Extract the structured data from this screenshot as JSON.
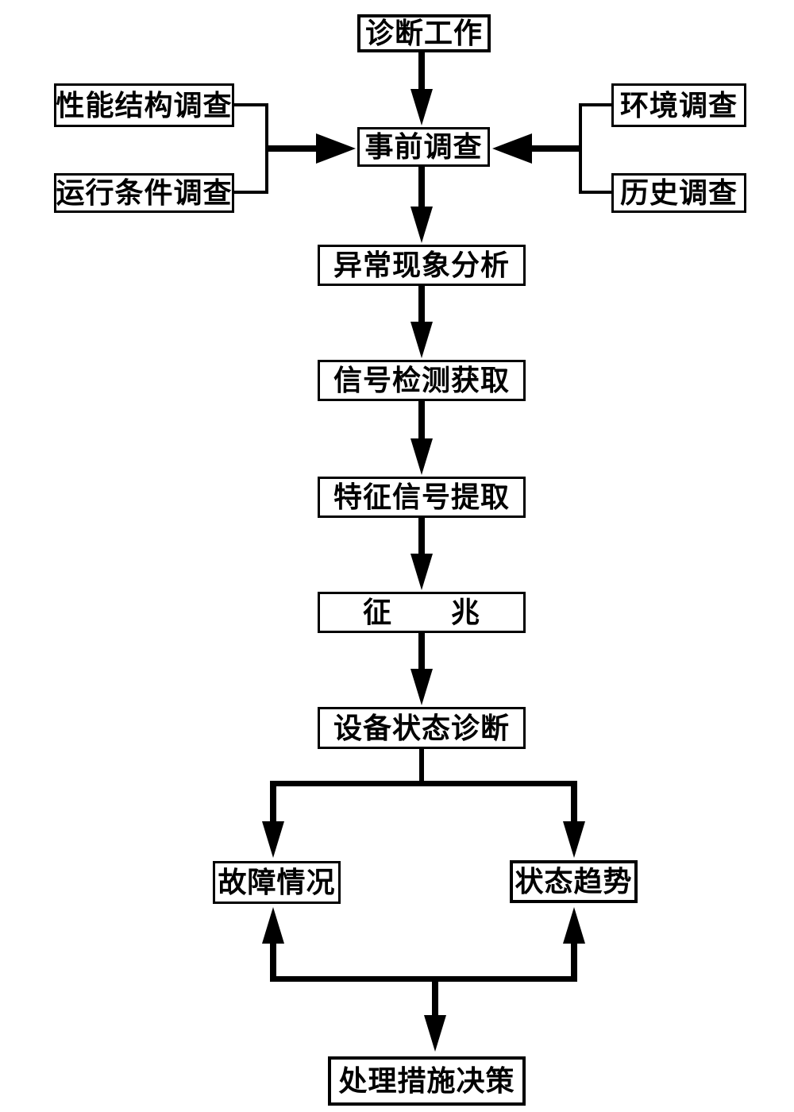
{
  "colors": {
    "ink": "#000000",
    "background": "#ffffff"
  },
  "flowchart": {
    "nodes": {
      "diagnosis_work": {
        "label": "诊断工作"
      },
      "performance_structure_survey": {
        "label": "性能结构调查"
      },
      "operating_condition_survey": {
        "label": "运行条件调查"
      },
      "environment_survey": {
        "label": "环境调查"
      },
      "history_survey": {
        "label": "历史调查"
      },
      "pre_survey": {
        "label": "事前调查"
      },
      "abnormal_phenomenon_analysis": {
        "label": "异常现象分析"
      },
      "signal_detection_acquisition": {
        "label": "信号检测获取"
      },
      "feature_signal_extraction": {
        "label": "特征信号提取"
      },
      "symptom": {
        "label": "征　　兆"
      },
      "equipment_state_diagnosis": {
        "label": "设备状态诊断"
      },
      "fault_situation": {
        "label": "故障情况"
      },
      "state_trend": {
        "label": "状态趋势"
      },
      "treatment_decision": {
        "label": "处理措施决策"
      }
    },
    "edges": [
      {
        "from": "diagnosis_work",
        "to": "pre_survey"
      },
      {
        "from": "performance_structure_survey",
        "to": "pre_survey"
      },
      {
        "from": "operating_condition_survey",
        "to": "pre_survey"
      },
      {
        "from": "environment_survey",
        "to": "pre_survey"
      },
      {
        "from": "history_survey",
        "to": "pre_survey"
      },
      {
        "from": "pre_survey",
        "to": "abnormal_phenomenon_analysis"
      },
      {
        "from": "abnormal_phenomenon_analysis",
        "to": "signal_detection_acquisition"
      },
      {
        "from": "signal_detection_acquisition",
        "to": "feature_signal_extraction"
      },
      {
        "from": "feature_signal_extraction",
        "to": "symptom"
      },
      {
        "from": "symptom",
        "to": "equipment_state_diagnosis"
      },
      {
        "from": "equipment_state_diagnosis",
        "to": "fault_situation"
      },
      {
        "from": "equipment_state_diagnosis",
        "to": "state_trend"
      },
      {
        "from": "bottom_junction",
        "to": "fault_situation"
      },
      {
        "from": "bottom_junction",
        "to": "state_trend"
      },
      {
        "from": "bottom_junction",
        "to": "treatment_decision"
      }
    ]
  }
}
